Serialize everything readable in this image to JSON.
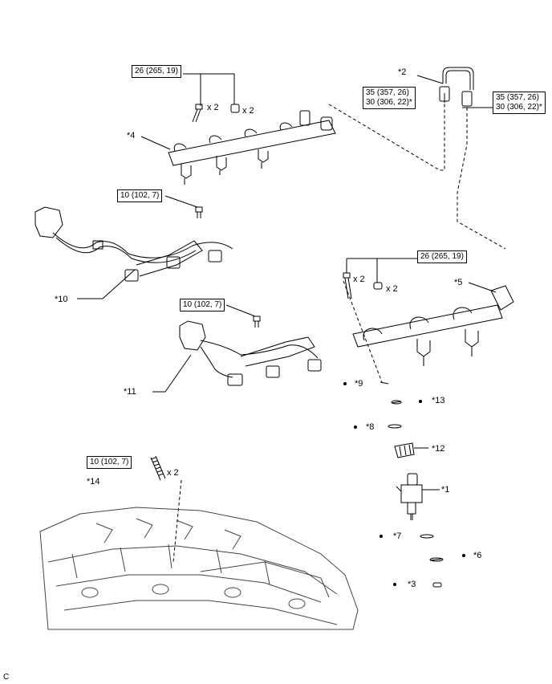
{
  "torque_specs": {
    "t_top_left": "26 (265, 19)",
    "t_fuel_pipe_left_1": "35 (357, 26)",
    "t_fuel_pipe_left_2": "30 (306, 22)*",
    "t_fuel_pipe_right_1": "35 (357, 26)",
    "t_fuel_pipe_right_2": "30 (306, 22)*",
    "t_wire_10": "10 (102, 7)",
    "t_right_rail": "26 (265, 19)",
    "t_wire_11": "10 (102, 7)",
    "t_stud": "10 (102, 7)"
  },
  "quantities": {
    "q_bolt_top": "x 2",
    "q_nut_top": "x 2",
    "q_bolt_right": "x 2",
    "q_nut_right": "x 2",
    "q_stud": "x 2"
  },
  "part_labels": {
    "p1": "*1",
    "p2": "*2",
    "p3": "*3",
    "p4": "*4",
    "p5": "*5",
    "p6": "*6",
    "p7": "*7",
    "p8": "*8",
    "p9": "*9",
    "p10": "*10",
    "p11": "*11",
    "p12": "*12",
    "p13": "*13",
    "p14": "*14"
  },
  "corner_code": "C"
}
